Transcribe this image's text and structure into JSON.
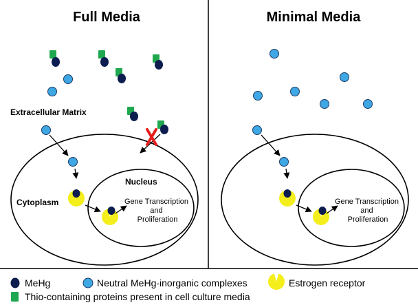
{
  "panels": {
    "left": {
      "title": "Full Media",
      "extracellular_label": "Extracellular Matrix",
      "cytoplasm_label": "Cytoplasm",
      "nucleus_label": "Nucleus",
      "gene_text": [
        "Gene Transcription",
        "and",
        "Proliferation"
      ]
    },
    "right": {
      "title": "Minimal Media",
      "gene_text": [
        "Gene Transcription",
        "and",
        "Proliferation"
      ]
    }
  },
  "legend": {
    "mehg": "MeHg",
    "neutral": "Neutral MeHg-inorganic complexes",
    "receptor": "Estrogen receptor",
    "thio": "Thio-containing proteins present in cell culture media"
  },
  "colors": {
    "mehg": "#0d1d4f",
    "neutral": "#3fa7e4",
    "thio": "#1fa84f",
    "receptor": "#f4ee1c",
    "block": "#e41e1e"
  },
  "icons": {
    "blocked_entry": "red-x-icon",
    "arrow": "arrow-icon"
  }
}
